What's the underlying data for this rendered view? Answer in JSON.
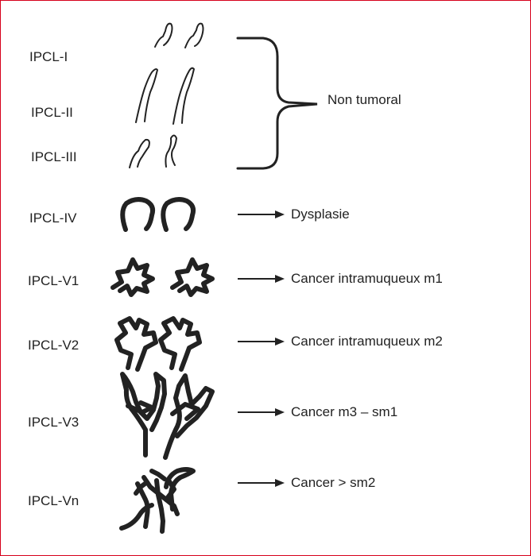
{
  "figure": {
    "rows": [
      {
        "label": "IPCL-I"
      },
      {
        "label": "IPCL-II"
      },
      {
        "label": "IPCL-III"
      },
      {
        "label": "IPCL-IV",
        "result": "Dysplasie"
      },
      {
        "label": "IPCL-V1",
        "result": "Cancer intramuqueux m1"
      },
      {
        "label": "IPCL-V2",
        "result": "Cancer intramuqueux m2"
      },
      {
        "label": "IPCL-V3",
        "result": "Cancer m3 – sm1"
      },
      {
        "label": "IPCL-Vn",
        "result": "Cancer > sm2"
      }
    ],
    "bracket_label": "Non tumoral"
  },
  "colors": {
    "border": "#d6001c",
    "ink": "#222222"
  }
}
